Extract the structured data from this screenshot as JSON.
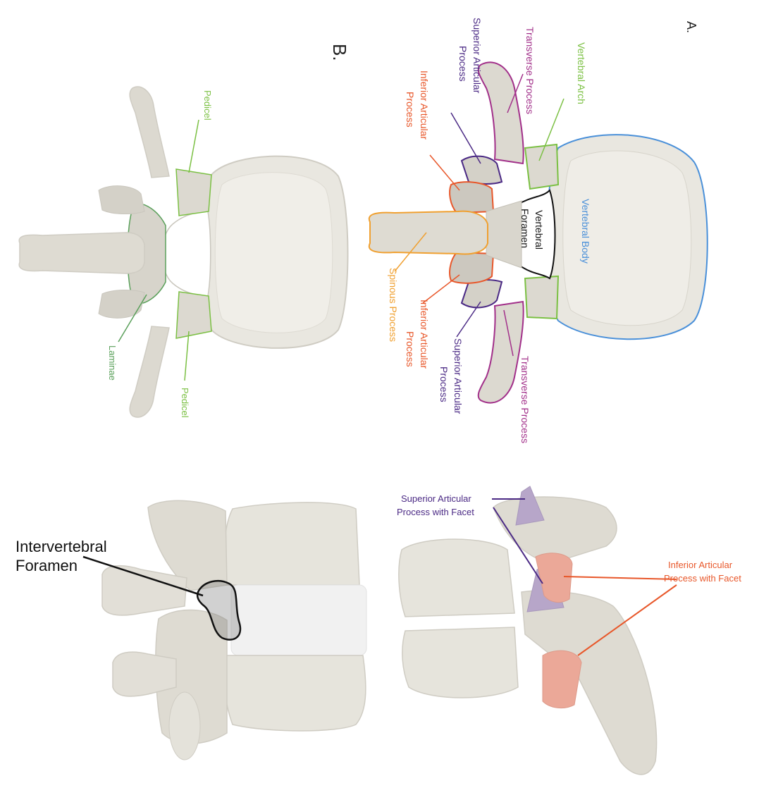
{
  "panel_letters": {
    "a": "A.",
    "b": "B."
  },
  "panel_a": {
    "vertebral_arch": "Vertebral Arch",
    "transverse_process": "Transverse Process",
    "superior_articular_process": [
      "Superior Articular",
      "Process"
    ],
    "inferior_articular_process": [
      "Inferior Articular",
      "Process"
    ],
    "vertebral_foramen": [
      "Vertebral",
      "Foramen"
    ],
    "vertebral_body": "Vertebral Body",
    "spinous_process": "Spinous Process"
  },
  "panel_b": {
    "pedicel": "Pedicel",
    "laminae": "Laminae"
  },
  "bottom_right": {
    "superior_articular_facet": [
      "Superior Articular",
      "Process with Facet"
    ],
    "inferior_articular_facet": [
      "Inferior Articular",
      "Process with Facet"
    ]
  },
  "bottom_left": {
    "intervertebral_foramen": [
      "Intervertebral",
      "Foramen"
    ]
  },
  "colors": {
    "arch_green": "#7bc043",
    "transverse_magenta": "#a2308a",
    "superior_purple": "#4b2a85",
    "inferior_orange": "#e8572a",
    "body_blue": "#4a90d9",
    "spinous_orange": "#f0a030",
    "bone": "#e8e6df",
    "superior_facet_fill": "#b7a6c9",
    "inferior_facet_fill": "#eba898"
  }
}
